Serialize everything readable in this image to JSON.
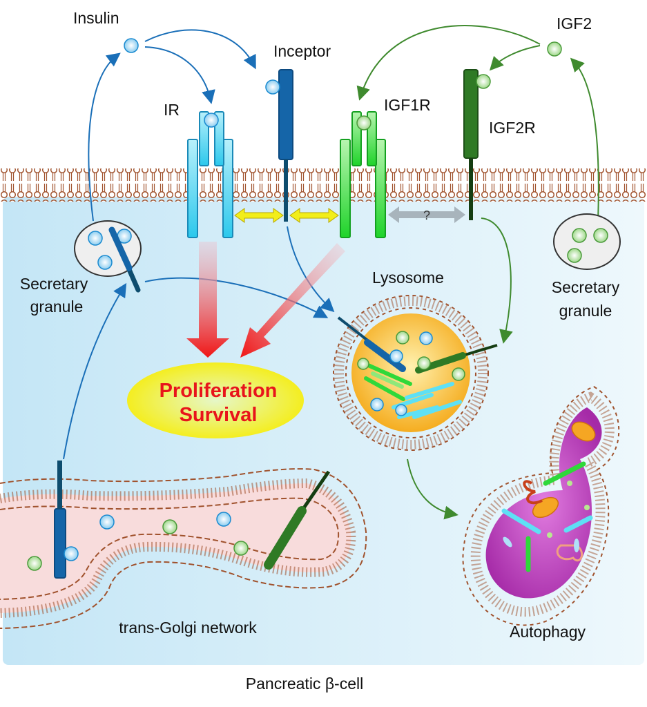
{
  "title": "Pancreatic β-cell",
  "labels": {
    "insulin": "Insulin",
    "inceptor": "Inceptor",
    "ir": "IR",
    "igf1r": "IGF1R",
    "igf2": "IGF2",
    "igf2r": "IGF2R",
    "secretary_granule_left_line1": "Secretary",
    "secretary_granule_left_line2": "granule",
    "secretary_granule_right_line1": "Secretary",
    "secretary_granule_right_line2": "granule",
    "lysosome": "Lysosome",
    "outcome_line1": "Proliferation",
    "outcome_line2": "Survival",
    "trans_golgi": "trans-Golgi network",
    "autophagy": "Autophagy",
    "unknown_interaction": "?"
  },
  "colors": {
    "insulin_pathway": "#1a6fb8",
    "igf2_pathway": "#3f8a2e",
    "ir_receptor": "#3ad0f0",
    "igf1r_receptor": "#2fd83a",
    "igf2r_receptor": "#2f7a25",
    "inceptor": "#1565a8",
    "membrane_lipid": "#a0522d",
    "signal_arrow": "#ee1c1c",
    "interaction_arrow": "#f2ee1a",
    "unknown_arrow": "#a8b4bc",
    "cytoplasm": "#cdebf7",
    "lysosome_fill": "#f6b72a",
    "autophagosome_fill": "#b23cb5",
    "golgi_fill": "#f8dede"
  }
}
